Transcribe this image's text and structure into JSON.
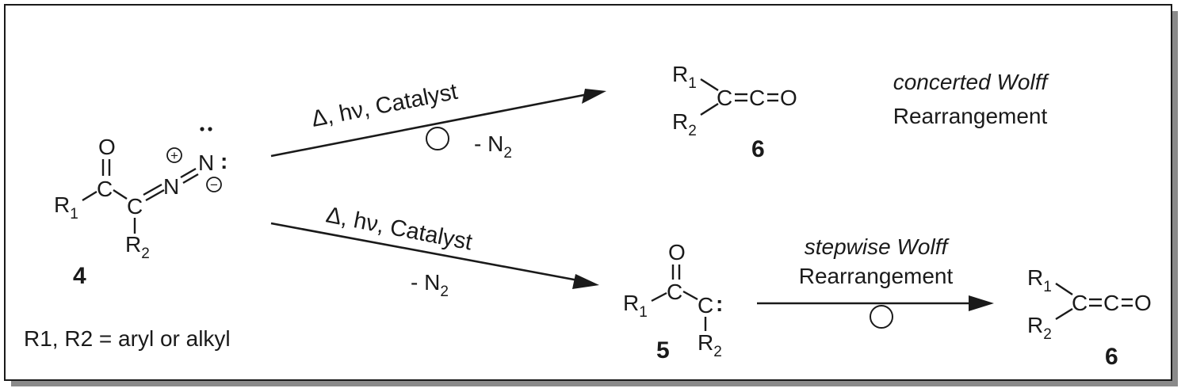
{
  "compounds": {
    "diazo": {
      "number": "4",
      "atoms": {
        "O": "O",
        "C": "C",
        "N": "N",
        "N_terminal": "N",
        "lone_pair": ":",
        "R": "R",
        "sub1": "1",
        "sub2": "2"
      },
      "charges": {
        "plus": "+",
        "minus": "−"
      },
      "definition": "R1, R2 = aryl or alkyl"
    },
    "carbene": {
      "number": "5",
      "atoms": {
        "O": "O",
        "C": "C",
        "lone_pair": ":",
        "R": "R",
        "sub1": "1",
        "sub2": "2"
      }
    },
    "ketene_top": {
      "number": "6",
      "atoms": {
        "R": "R",
        "sub1": "1",
        "sub2": "2",
        "C": "C",
        "O": "O"
      }
    },
    "ketene_bottom": {
      "number": "6",
      "atoms": {
        "R": "R",
        "sub1": "1",
        "sub2": "2",
        "C": "C",
        "O": "O"
      }
    }
  },
  "arrows": {
    "top": {
      "conditions": "Δ, hν, Catalyst",
      "byproduct": "- N",
      "byproduct_sub": "2"
    },
    "bottom": {
      "conditions": "Δ, hν, Catalyst",
      "byproduct": "- N",
      "byproduct_sub": "2"
    },
    "stepwise": {
      "line1": "stepwise Wolff",
      "line2": "Rearrangement"
    }
  },
  "labels": {
    "concerted_line1": "concerted Wolff",
    "concerted_line2": "Rearrangement"
  }
}
